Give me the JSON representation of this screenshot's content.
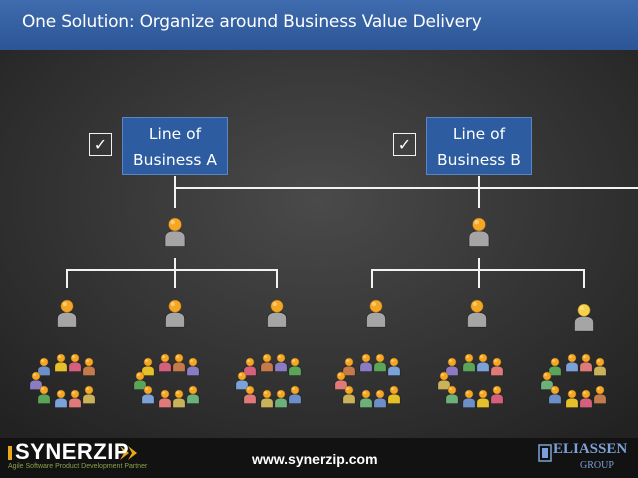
{
  "title": "One Solution: Organize around Business Value Delivery",
  "lob_a": {
    "line1": "Line of",
    "line2": "Business A",
    "checked": true
  },
  "lob_b": {
    "line1": "Line of",
    "line2": "Business B",
    "checked": true
  },
  "check_glyph": "✓",
  "footer": {
    "logo_text": "SYNERZIP",
    "tagline": "Agile Software Product Development Partner",
    "url": "www.synerzip.com",
    "partner_logo": "ELIASSEN",
    "partner_sub": "GROUP"
  },
  "colors": {
    "title_bar": "#2f5c9f",
    "box_fill": "#2d5da0",
    "person_orange": "#f5a623",
    "person_gray": "#9a9a9a"
  },
  "org_chart": {
    "business_units": 2,
    "managers": 2,
    "team_leads": 6,
    "team_member_shirts": [
      "#6d8fc9",
      "#e6c029",
      "#d4607e",
      "#c47a4a",
      "#8a7bc2",
      "#5aa55a",
      "#7aa1d8",
      "#e07a7a",
      "#c9b25a",
      "#6cb07a"
    ]
  }
}
